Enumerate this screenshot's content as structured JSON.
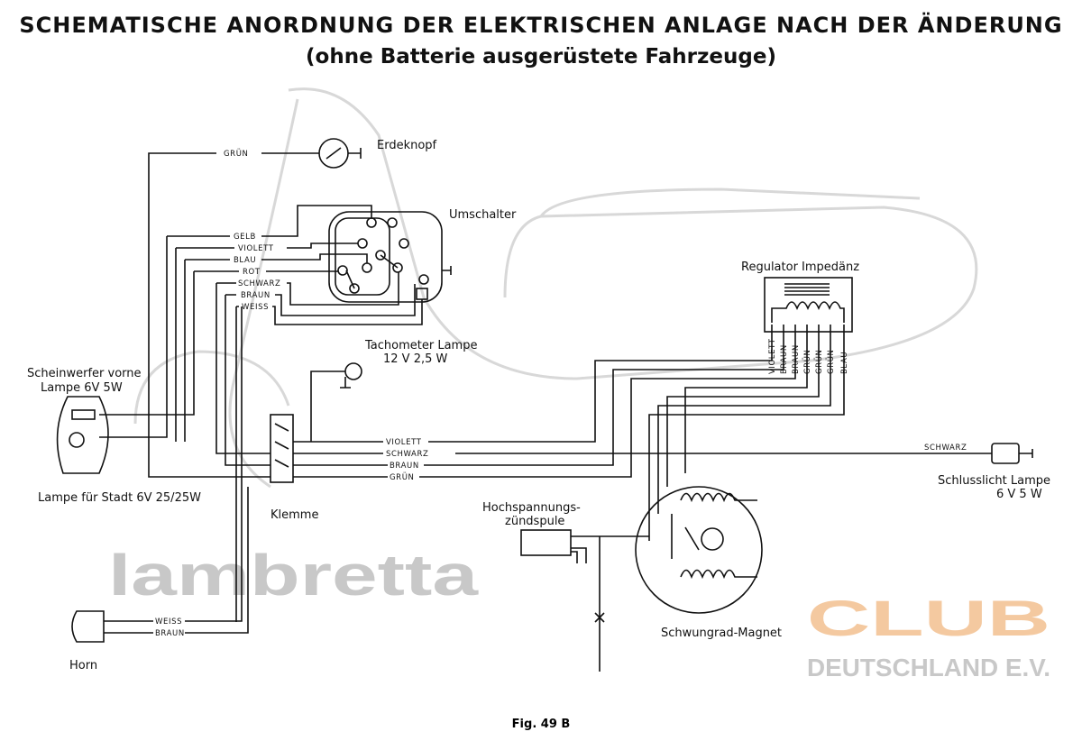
{
  "title": "SCHEMATISCHE ANORDNUNG DER ELEKTRISCHEN ANLAGE NACH DER ÄNDERUNG",
  "subtitle": "(ohne Batterie ausgerüstete Fahrzeuge)",
  "components": {
    "erdeknopf": "Erdeknopf",
    "umschalter": "Umschalter",
    "regulator": "Regulator Impedänz",
    "tacho_1": "Tachometer Lampe",
    "tacho_2": "12 V  2,5 W",
    "scheinwerfer_1": "Scheinwerfer vorne",
    "scheinwerfer_2": "Lampe 6V 5W",
    "stadt": "Lampe für Stadt 6V 25/25W",
    "klemme": "Klemme",
    "zuendspule_1": "Hochspannungs-",
    "zuendspule_2": "zündspule",
    "schluss_1": "Schlusslicht Lampe",
    "schluss_2": "6 V 5 W",
    "magnet": "Schwungrad-Magnet",
    "horn": "Horn"
  },
  "wires": {
    "gruen_top": "GRÜN",
    "switch": [
      "GELB",
      "VIOLETT",
      "BLAU",
      "ROT",
      "SCHWARZ",
      "BRAUN",
      "WEISS"
    ],
    "regulator": [
      "VIOLETT",
      "BRAUN",
      "BRAUN",
      "GRÜN",
      "GRÜN",
      "GRÜN",
      "BLAU"
    ],
    "klemme": [
      "VIOLETT",
      "SCHWARZ",
      "BRAUN",
      "GRÜN"
    ],
    "schluss": "SCHWARZ",
    "horn": [
      "WEISS",
      "BRAUN"
    ]
  },
  "watermark": {
    "brand": "lambretta",
    "club": "CLUB",
    "country": "DEUTSCHLAND E.V."
  },
  "figure": "Fig. 49 B"
}
